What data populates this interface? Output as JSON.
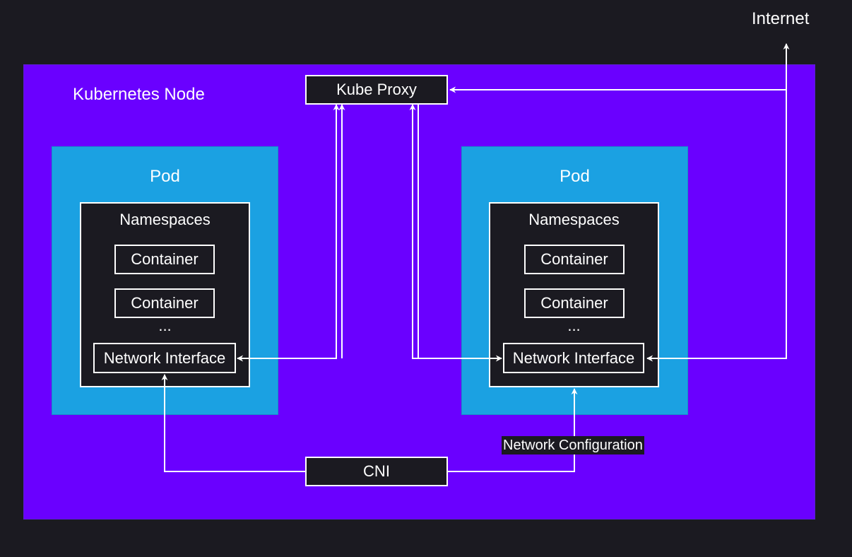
{
  "colors": {
    "background": "#1b1a21",
    "node_fill": "#6a00ff",
    "pod_fill": "#1ba1e2",
    "box_fill": "#1b1a21",
    "stroke": "#ffffff"
  },
  "internet_label": "Internet",
  "node": {
    "label": "Kubernetes Node"
  },
  "kube_proxy": {
    "label": "Kube Proxy"
  },
  "cni": {
    "label": "CNI"
  },
  "network_configuration_label": "Network Configuration",
  "pods": [
    {
      "label": "Pod",
      "namespaces_label": "Namespaces",
      "containers": [
        "Container",
        "Container"
      ],
      "ellipsis": "...",
      "network_interface": "Network Interface"
    },
    {
      "label": "Pod",
      "namespaces_label": "Namespaces",
      "containers": [
        "Container",
        "Container"
      ],
      "ellipsis": "...",
      "network_interface": "Network Interface"
    }
  ]
}
